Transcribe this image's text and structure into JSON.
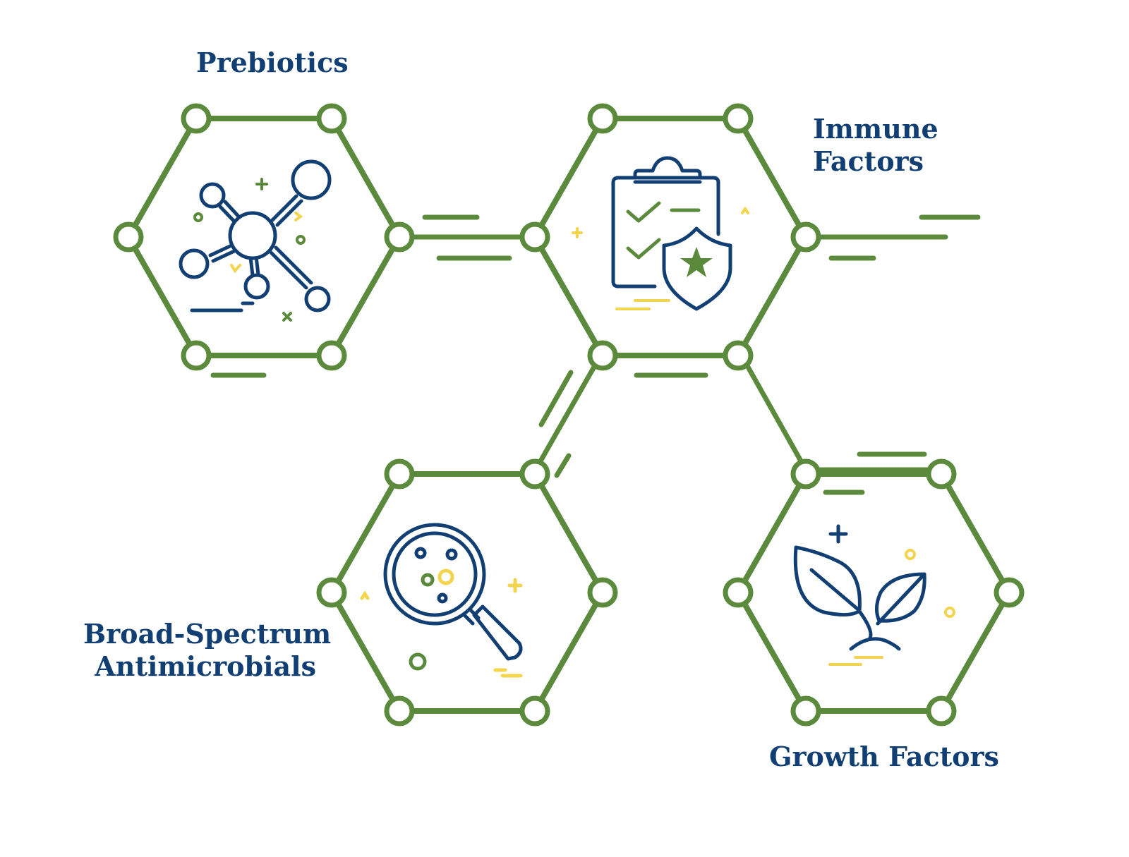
{
  "colors": {
    "green": "#5b8a3c",
    "blue": "#123f73",
    "yellow": "#f2d44e",
    "background": "#ffffff"
  },
  "labels": {
    "prebiotics": "Prebiotics",
    "immune_line1": "Immune",
    "immune_line2": "Factors",
    "broad_line1": "Broad-Spectrum",
    "broad_line2": "Antimicrobials",
    "growth": "Growth Factors"
  },
  "icons": {
    "prebiotics": "molecule-icon",
    "immune": "clipboard-shield-icon",
    "broad": "magnifier-microbes-icon",
    "growth": "sprout-icon"
  }
}
